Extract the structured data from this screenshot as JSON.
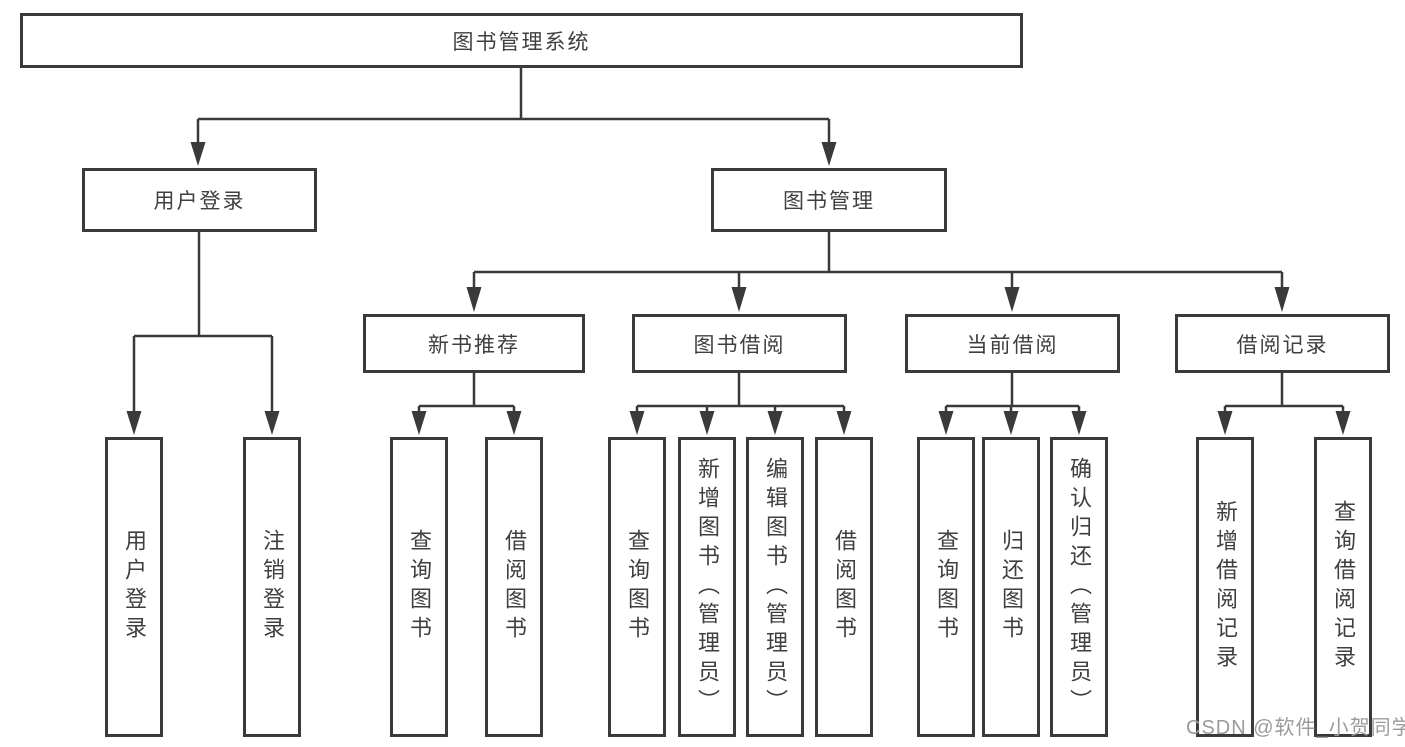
{
  "diagram": {
    "root": {
      "label": "图书管理系统"
    },
    "level2": [
      {
        "label": "用户登录"
      },
      {
        "label": "图书管理"
      }
    ],
    "level3": [
      {
        "label": "新书推荐"
      },
      {
        "label": "图书借阅"
      },
      {
        "label": "当前借阅"
      },
      {
        "label": "借阅记录"
      }
    ],
    "leaves": {
      "user_login": [
        {
          "label": "用户登录"
        },
        {
          "label": "注销登录"
        }
      ],
      "new_book_recommendation": [
        {
          "label": "查询图书"
        },
        {
          "label": "借阅图书"
        }
      ],
      "book_borrowing": [
        {
          "label": "查询图书"
        },
        {
          "label": "新增图书（管理员）"
        },
        {
          "label": "编辑图书（管理员）"
        },
        {
          "label": "借阅图书"
        }
      ],
      "current_borrowing": [
        {
          "label": "查询图书"
        },
        {
          "label": "归还图书"
        },
        {
          "label": "确认归还（管理员）"
        }
      ],
      "borrowing_records": [
        {
          "label": "新增借阅记录"
        },
        {
          "label": "查询借阅记录"
        }
      ]
    }
  },
  "watermark": {
    "text": "CSDN @软件_小贺同学"
  },
  "colors": {
    "line": "#3a3a3a",
    "box_border": "#3a3a3a",
    "text": "#3f3f3f",
    "watermark": "#9b9b9b"
  }
}
